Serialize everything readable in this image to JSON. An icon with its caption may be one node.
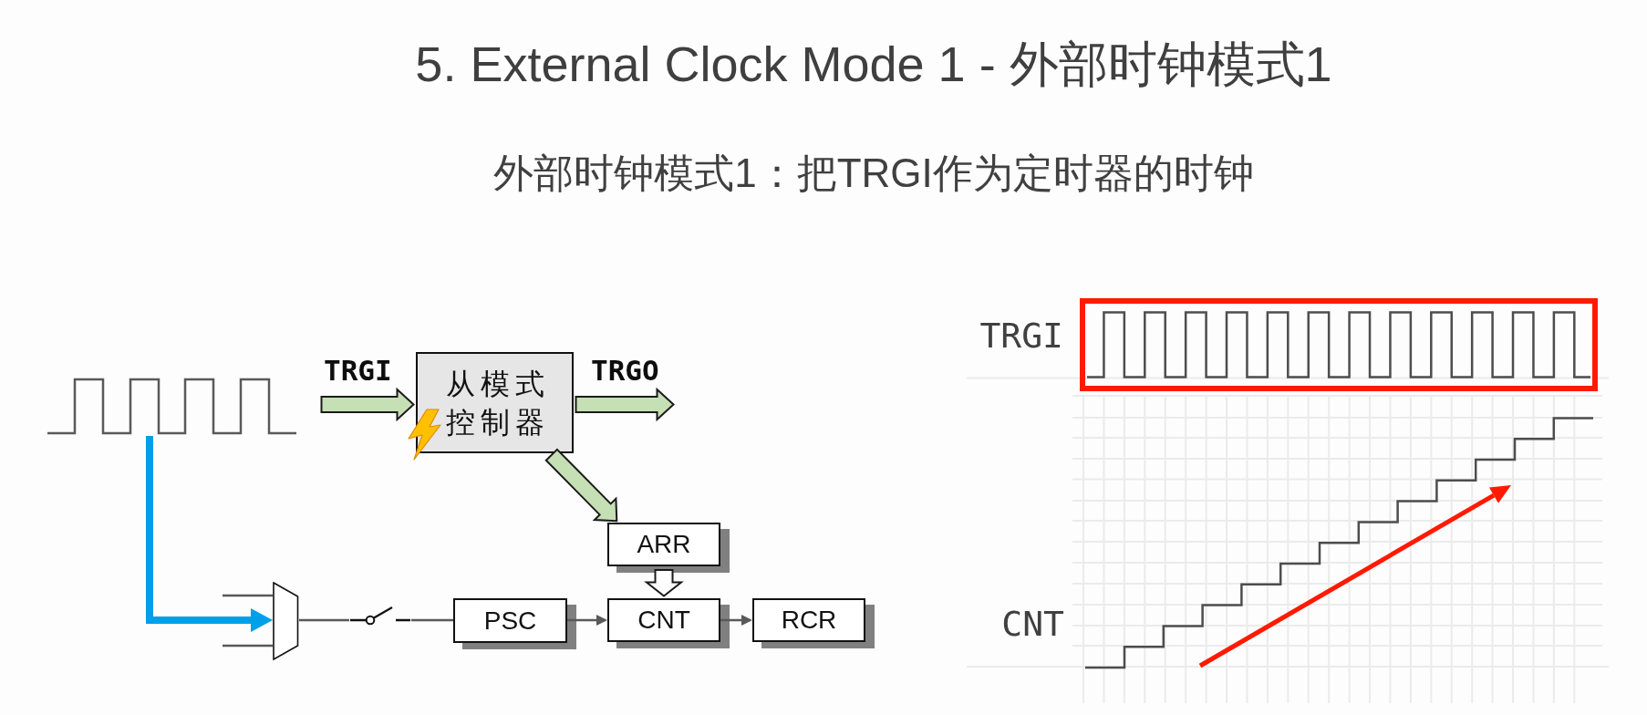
{
  "diagram": {
    "title": "5. External Clock Mode 1 - 外部时钟模式1",
    "nodes": [
      {
        "text": [],
        "shape": "picture"
      },
      {
        "text": [
          "从模式控制器"
        ]
      },
      {
        "text": [
          "ARR"
        ]
      },
      {
        "text": [],
        "shape": "trapezoid"
      },
      {
        "text": [],
        "shape": "switch"
      },
      {
        "text": [
          "PSC"
        ]
      },
      {
        "text": [
          "CNT"
        ]
      },
      {
        "text": [
          "RCR"
        ]
      }
    ],
    "edges": [
      {
        "from": null,
        "to": 1,
        "arrow": "to",
        "label": "TRGI",
        "style": "thick",
        "color": "#c5e0b4"
      },
      {
        "from": 1,
        "to": null,
        "arrow": "to",
        "label": "TRGO",
        "style": "thick",
        "color": "#c5e0b4"
      },
      {
        "from": 1,
        "to": 2,
        "arrow": "to",
        "style": "thick",
        "color": "#c5e0b4"
      },
      {
        "from": 0,
        "to": 3,
        "arrow": "to",
        "style": "thick",
        "color": "#00a0e9"
      },
      {
        "from": null,
        "to": 3,
        "arrow": "none"
      },
      {
        "from": null,
        "to": 3,
        "arrow": "none"
      },
      {
        "from": 3,
        "to": 4,
        "arrow": "none"
      },
      {
        "from": 4,
        "to": 5,
        "arrow": "none"
      },
      {
        "from": 5,
        "to": 6,
        "arrow": "to"
      },
      {
        "from": 2,
        "to": 6,
        "arrow": "to",
        "style": "thick"
      },
      {
        "from": 6,
        "to": 7,
        "arrow": "to"
      }
    ],
    "labels": [
      "外部时钟模式1：把TRGI作为定时器的时钟",
      "TRGI",
      "CNT"
    ]
  }
}
